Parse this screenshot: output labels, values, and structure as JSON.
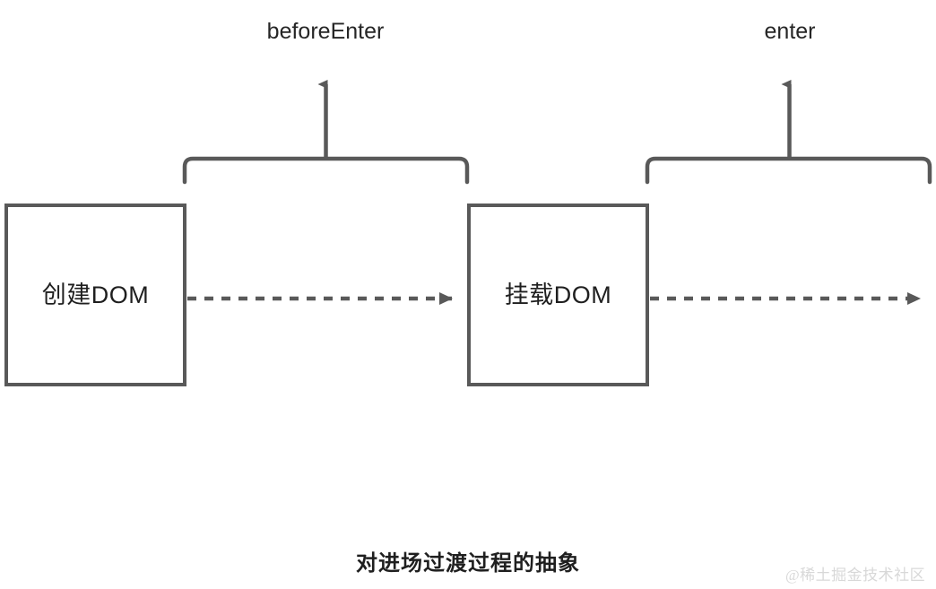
{
  "diagram": {
    "title": "对进场过渡过程的抽象",
    "watermark": "@稀土掘金技术社区",
    "colors": {
      "stroke": "#595959",
      "box_border": "#595959",
      "text": "#1f1f1f",
      "label": "#262626",
      "background": "#ffffff",
      "watermark": "#d8d8d8"
    },
    "stages": [
      {
        "id": "create-dom",
        "label": "创建DOM"
      },
      {
        "id": "mount-dom",
        "label": "挂载DOM"
      }
    ],
    "hooks": [
      {
        "id": "beforeEnter",
        "label": "beforeEnter"
      },
      {
        "id": "enter",
        "label": "enter"
      }
    ],
    "connectors": [
      {
        "id": "flow-1",
        "style": "dashed",
        "direction": "right"
      },
      {
        "id": "flow-2",
        "style": "dashed",
        "direction": "right"
      }
    ]
  }
}
